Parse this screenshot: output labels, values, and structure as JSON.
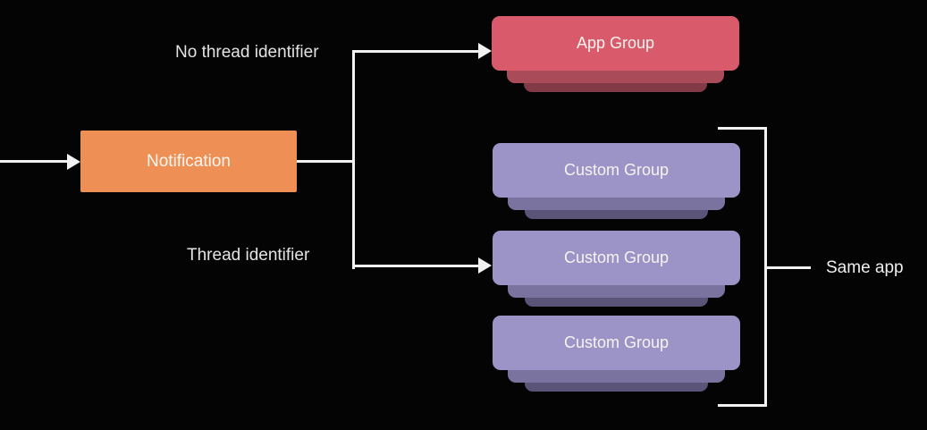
{
  "diagram": {
    "nodes": {
      "notification": {
        "label": "Notification",
        "color": "#EE9055"
      },
      "app_group": {
        "label": "App Group",
        "color": "#D95B6B"
      },
      "custom_groups": [
        {
          "label": "Custom Group"
        },
        {
          "label": "Custom Group"
        },
        {
          "label": "Custom Group"
        }
      ],
      "custom_group_color": "#9C94C7"
    },
    "edge_labels": {
      "no_thread_identifier": "No thread identifier",
      "thread_identifier": "Thread identifier"
    },
    "annotation": {
      "same_app": "Same app"
    },
    "colors": {
      "background": "#040404",
      "connector_line": "#F2F2F2",
      "label_text": "#E3E3E3",
      "node_text": "#FBF6F1",
      "app_group_shadow_1": "#AA4B59",
      "app_group_shadow_2": "#823A46",
      "custom_group_shadow_1": "#7A73A0",
      "custom_group_shadow_2": "#5B5479"
    }
  }
}
